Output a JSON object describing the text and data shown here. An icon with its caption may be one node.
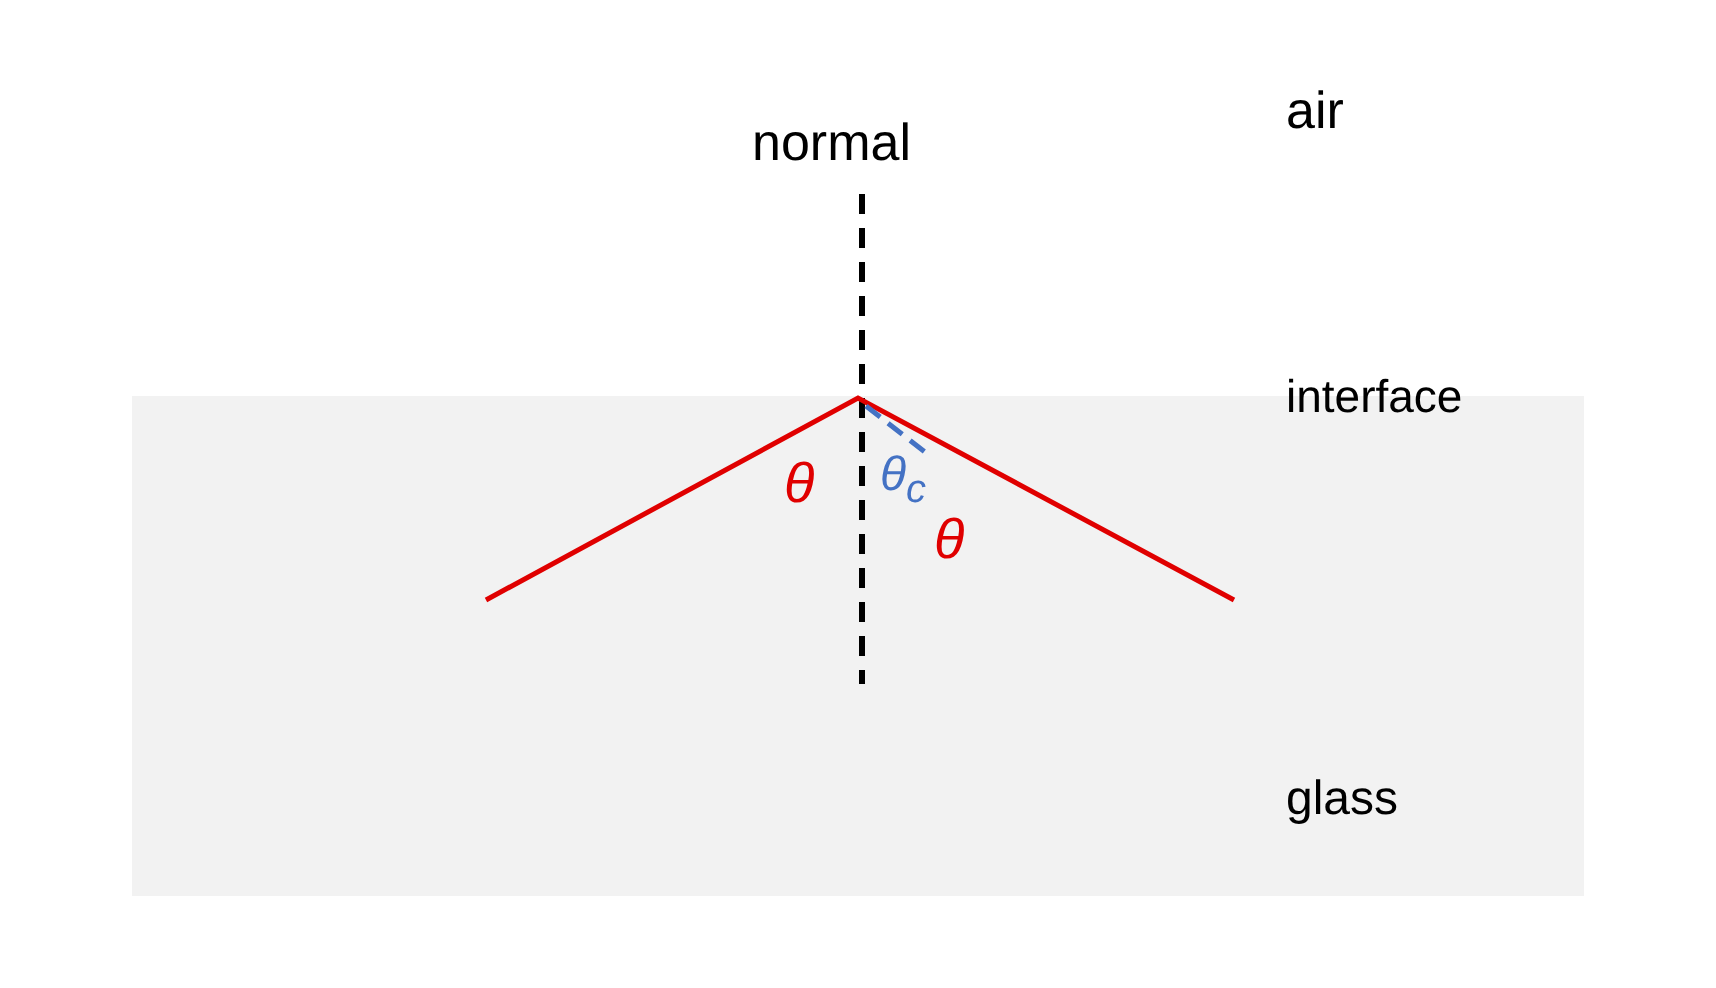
{
  "diagram": {
    "labels": [
      "air",
      "normal",
      "interface",
      "θ",
      "θ$_{c}$",
      "θ",
      "glass"
    ]
  }
}
